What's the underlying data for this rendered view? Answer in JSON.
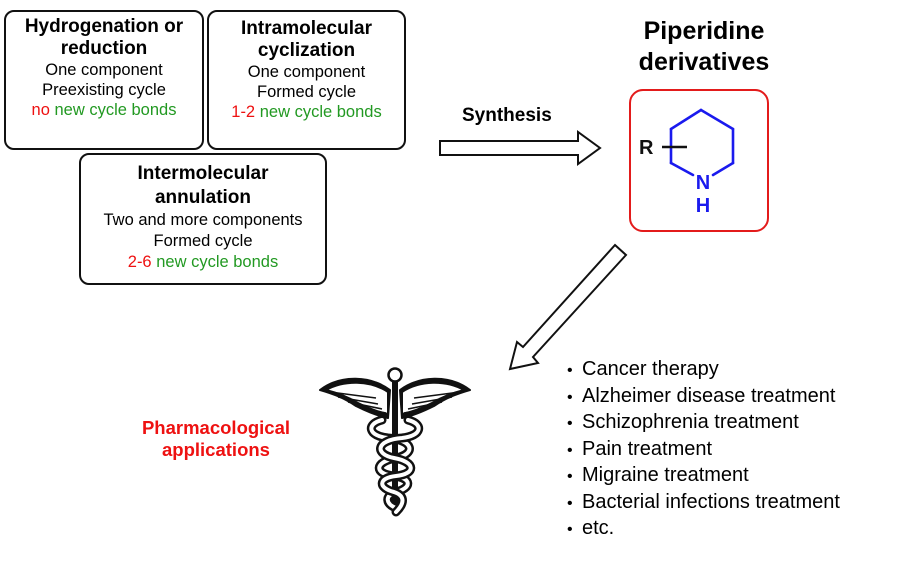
{
  "methods": [
    {
      "title_lines": [
        "Hydrogenation or",
        "reduction"
      ],
      "components": "One component",
      "cycle": "Preexisting cycle",
      "bonds_count": "no",
      "bonds_text": "new cycle bonds"
    },
    {
      "title_lines": [
        "Intramolecular",
        "cyclization"
      ],
      "components": "One component",
      "cycle": "Formed cycle",
      "bonds_count": "1-2",
      "bonds_text": "new cycle bonds"
    },
    {
      "title_lines": [
        "Intermolecular",
        "annulation"
      ],
      "components": "Two and more components",
      "cycle": "Formed cycle",
      "bonds_count": "2-6",
      "bonds_text": "new cycle bonds"
    }
  ],
  "synthesis": {
    "label": "Synthesis",
    "arrow_icon": "hollow-right-arrow"
  },
  "product": {
    "title_lines": [
      "Piperidine",
      "derivatives"
    ],
    "structure": {
      "substituent": "R",
      "heteroatom": "N",
      "hydrogen": "H"
    }
  },
  "applications": {
    "label_lines": [
      "Pharmacological",
      "applications"
    ],
    "icon": "caduceus-icon",
    "arrow_icon": "hollow-down-left-arrow",
    "bullet": "•",
    "items": [
      "Cancer therapy",
      "Alzheimer disease treatment",
      "Schizophrenia treatment",
      "Pain treatment",
      "Migraine treatment",
      "Bacterial infections treatment",
      "etc."
    ]
  },
  "colors": {
    "count_red": "#ee1111",
    "bonds_green": "#229922",
    "ring_blue": "#1a1aee",
    "product_box_red": "#e31b1b",
    "label_red": "#ee1111"
  }
}
